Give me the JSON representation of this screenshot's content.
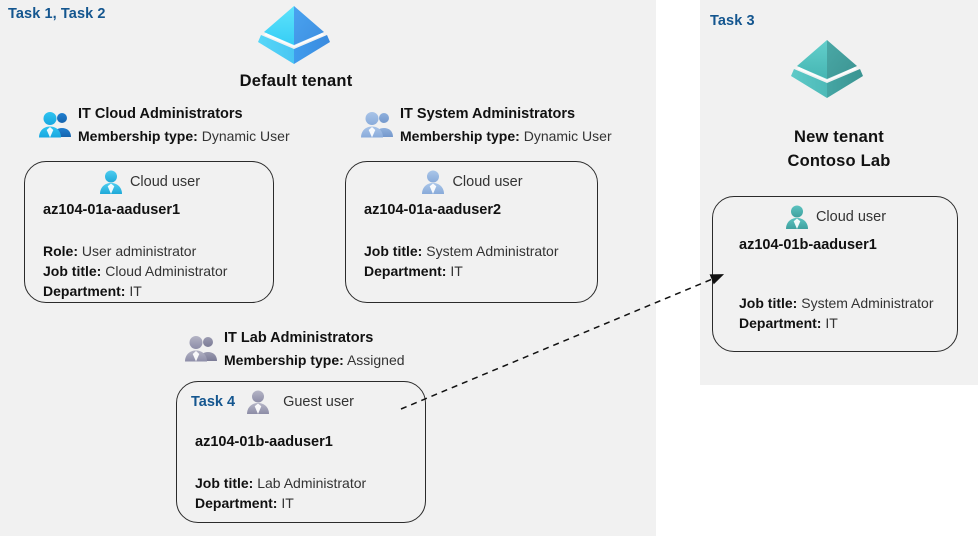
{
  "diagram": {
    "title": "Azure AD tenants, groups and users lab diagram",
    "accent_blue": "#14568f",
    "panel_bg": "#f1f1f1",
    "card_border": "#2b2b2b"
  },
  "left_panel": {
    "task_label": "Task 1, Task 2",
    "tenant": {
      "icon": "azure-ad-tenant-icon",
      "title": "Default tenant",
      "color": "#3fb8f5"
    },
    "groups": [
      {
        "icon": "group-users-icon",
        "name": "IT Cloud Administrators",
        "membership_label": "Membership type:",
        "membership_value": "Dynamic User",
        "user": {
          "icon": "cloud-user-icon",
          "type": "Cloud user",
          "name": "az104-01a-aaduser1",
          "attributes": [
            {
              "label": "Role:",
              "value": "User administrator"
            },
            {
              "label": "Job title:",
              "value": "Cloud Administrator"
            },
            {
              "label": "Department:",
              "value": "IT"
            }
          ]
        }
      },
      {
        "icon": "group-users-icon",
        "name": "IT System Administrators",
        "membership_label": "Membership type:",
        "membership_value": "Dynamic User",
        "user": {
          "icon": "cloud-user-icon",
          "type": "Cloud user",
          "name": "az104-01a-aaduser2",
          "attributes": [
            {
              "label": "Job title:",
              "value": "System Administrator"
            },
            {
              "label": "Department:",
              "value": "IT"
            }
          ]
        }
      },
      {
        "icon": "group-users-icon",
        "name": "IT Lab Administrators",
        "membership_label": "Membership type:",
        "membership_value": "Assigned",
        "user": {
          "icon": "guest-user-icon",
          "task_tag": "Task 4",
          "type": "Guest user",
          "name": "az104-01b-aaduser1",
          "attributes": [
            {
              "label": "Job title:",
              "value": "Lab Administrator"
            },
            {
              "label": "Department:",
              "value": "IT"
            }
          ]
        }
      }
    ]
  },
  "right_panel": {
    "task_label": "Task 3",
    "tenant": {
      "icon": "azure-ad-tenant-icon",
      "title_line1": "New  tenant",
      "title_line2": "Contoso Lab",
      "color": "#4cb8b8"
    },
    "user": {
      "icon": "cloud-user-icon-teal",
      "type": "Cloud user",
      "name": "az104-01b-aaduser1",
      "attributes": [
        {
          "label": "Job title:",
          "value": "System Administrator"
        },
        {
          "label": "Department:",
          "value": "IT"
        }
      ]
    }
  },
  "connector": {
    "name": "guest-user-invite-arrow",
    "style": "dashed-arrow",
    "from": "Task 4 guest user card",
    "to": "Contoso Lab cloud user card"
  }
}
